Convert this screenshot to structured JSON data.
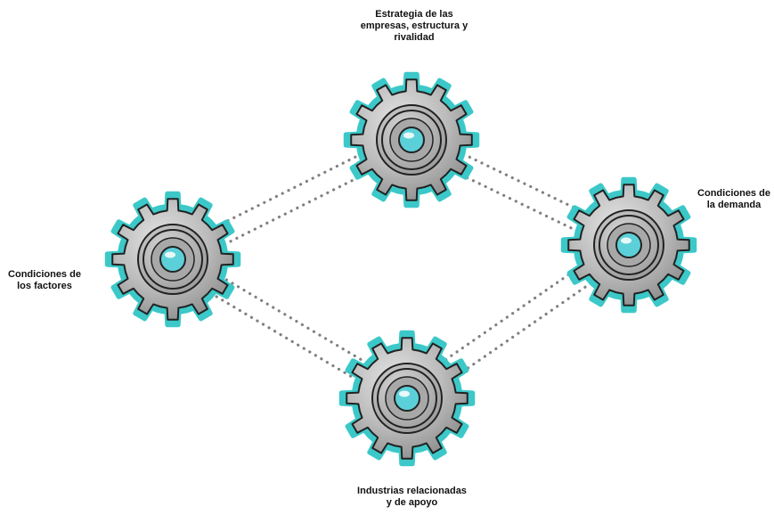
{
  "diagram": {
    "nodes": [
      {
        "id": "top",
        "label": "Estrategia de las empresas, estructura y rivalidad"
      },
      {
        "id": "left",
        "label": "Condiciones de los factores"
      },
      {
        "id": "right",
        "label": "Condiciones de la demanda"
      },
      {
        "id": "bottom",
        "label": "Industrias relacionadas y de apoyo"
      }
    ],
    "connections": [
      {
        "from": "left",
        "to": "top"
      },
      {
        "from": "top",
        "to": "right"
      },
      {
        "from": "right",
        "to": "bottom"
      },
      {
        "from": "bottom",
        "to": "left"
      }
    ],
    "colors": {
      "gear_rim": "#3cc8c8",
      "gear_body": "#bdbdbd",
      "gear_outline": "#222222",
      "connector": "#808080",
      "hub_center": "#5cd0d8"
    }
  }
}
